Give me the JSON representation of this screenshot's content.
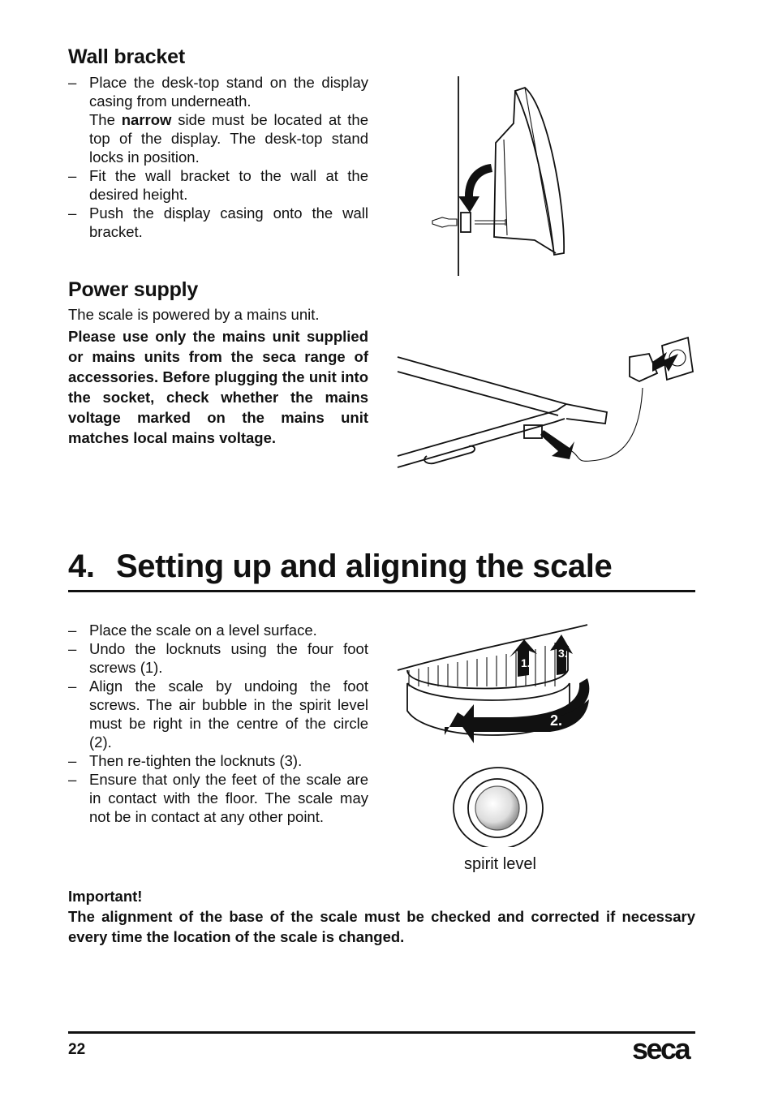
{
  "wall_bracket": {
    "heading": "Wall bracket",
    "items": [
      {
        "dash": "–",
        "line1": "Place the desk-top stand on the display casing from underneath.",
        "line2_pre": "The ",
        "line2_bold": "narrow",
        "line2_post": " side must be located at the top of the display. The desk-top stand locks in position."
      },
      {
        "dash": "–",
        "text": "Fit the wall bracket to the wall at the desired height."
      },
      {
        "dash": "–",
        "text": "Push the display casing onto the wall bracket."
      }
    ]
  },
  "power_supply": {
    "heading": "Power supply",
    "intro": "The scale is powered by a mains unit.",
    "warning": "Please use only the mains unit supplied or mains units from the seca range of accessories. Before plugging the unit into the socket, check whether the mains voltage marked on the mains unit matches local mains voltage."
  },
  "chapter": {
    "number": "4.",
    "title": "Setting up and aligning the scale"
  },
  "setup_steps": [
    {
      "dash": "–",
      "text": "Place the scale on a level surface."
    },
    {
      "dash": "–",
      "text": "Undo the locknuts using the four foot screws (1)."
    },
    {
      "dash": "–",
      "text": "Align the scale by undoing the foot screws. The air bubble in the spirit level must be right in the centre of the circle (2)."
    },
    {
      "dash": "–",
      "text": "Then re-tighten the locknuts (3)."
    },
    {
      "dash": "–",
      "text": "Ensure that only the feet of the scale are in contact with the floor. The scale may not be in contact at any other point."
    }
  ],
  "figure_labels": {
    "step1": "1.",
    "step2": "2.",
    "step3": "3.",
    "spirit_level": "spirit level"
  },
  "important": {
    "label": "Important!",
    "text": "The alignment of the base of the scale must be checked and corrected if necessary every time the location of the scale is changed."
  },
  "footer": {
    "page_number": "22",
    "brand": "seca"
  }
}
